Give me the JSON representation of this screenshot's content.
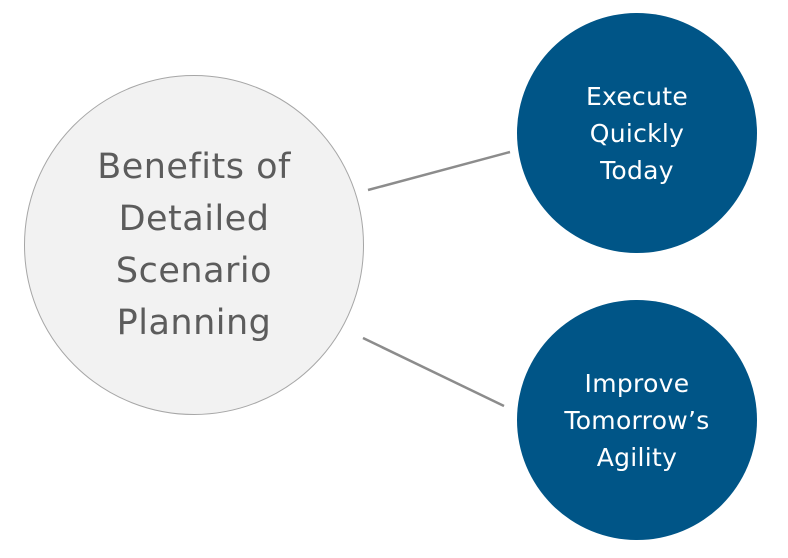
{
  "diagram": {
    "type": "hub-and-spoke",
    "colors": {
      "main_fill": "#f2f2f2",
      "main_stroke": "#a6a6a6",
      "main_text": "#5c5c5c",
      "benefit_fill": "#005587",
      "benefit_text": "#ffffff",
      "connector": "#8c8c8c"
    },
    "main": {
      "lines": [
        "Benefits of",
        "Detailed",
        "Scenario",
        "Planning"
      ]
    },
    "benefits": [
      {
        "lines": [
          "Execute",
          "Quickly",
          "Today"
        ]
      },
      {
        "lines": [
          "Improve",
          "Tomorrow’s",
          "Agility"
        ]
      }
    ]
  }
}
